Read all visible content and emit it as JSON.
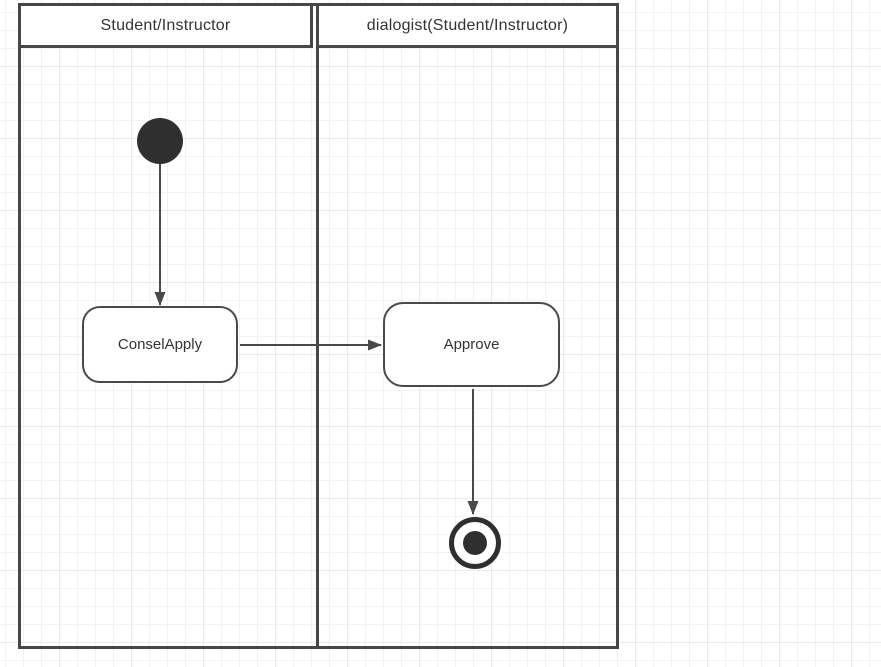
{
  "colors": {
    "stroke": "#474747",
    "shape_border": "#4a4a4a",
    "node_fill": "#2f2f2f",
    "shape_fill": "#ffffff",
    "text": "#333333",
    "grid_minor": "#f2f2f5",
    "grid_major": "#e9e9ec",
    "canvas_bg": "#ffffff"
  },
  "diagram": {
    "lanes": [
      {
        "title": "Student/Instructor"
      },
      {
        "title": "dialogist(Student/Instructor)"
      }
    ],
    "nodes": {
      "start": {
        "type": "initial-node",
        "lane": 0
      },
      "conselApply": {
        "type": "activity",
        "label": "ConselApply",
        "lane": 0
      },
      "approve": {
        "type": "activity",
        "label": "Approve",
        "lane": 1
      },
      "end": {
        "type": "final-node",
        "lane": 1
      }
    },
    "edges": [
      {
        "from": "start",
        "to": "conselApply"
      },
      {
        "from": "conselApply",
        "to": "approve"
      },
      {
        "from": "approve",
        "to": "end"
      }
    ]
  }
}
